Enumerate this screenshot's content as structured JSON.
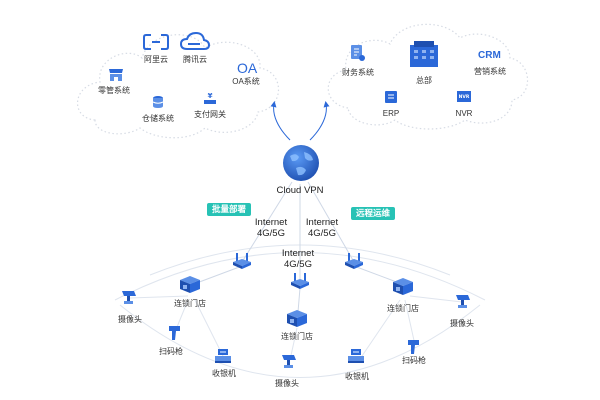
{
  "cloud_left": {
    "aliyun": "阿里云",
    "tencent": "腾讯云",
    "oa_logo": "OA",
    "oa_system": "OA系统",
    "retail": "零管系统",
    "warehouse": "仓储系统",
    "payment": "支付网关"
  },
  "cloud_right": {
    "finance": "财务系统",
    "hq": "总部",
    "crm_logo": "CRM",
    "marketing": "营销系统",
    "erp": "ERP",
    "nvr": "NVR"
  },
  "center": {
    "vpn": "Cloud VPN"
  },
  "tags": {
    "batch": "批量部署",
    "remote": "远程运维"
  },
  "links": {
    "left": "Internet\n4G/5G",
    "middle": "Internet\n4G/5G",
    "right": "Internet\n4G/5G"
  },
  "stores": {
    "left_store": "连锁门店",
    "center_store": "连锁门店",
    "right_store": "连锁门店",
    "left_camera": "摄像头",
    "right_camera": "摄像头",
    "bottom_camera": "摄像头",
    "left_scanner": "扫码枪",
    "right_scanner": "扫码枪",
    "left_pos": "收银机",
    "right_pos": "收银机"
  },
  "colors": {
    "primary": "#2b68d8",
    "dark": "#1e4fb0",
    "teal": "#27c2b5",
    "line": "#cfd8e6"
  }
}
